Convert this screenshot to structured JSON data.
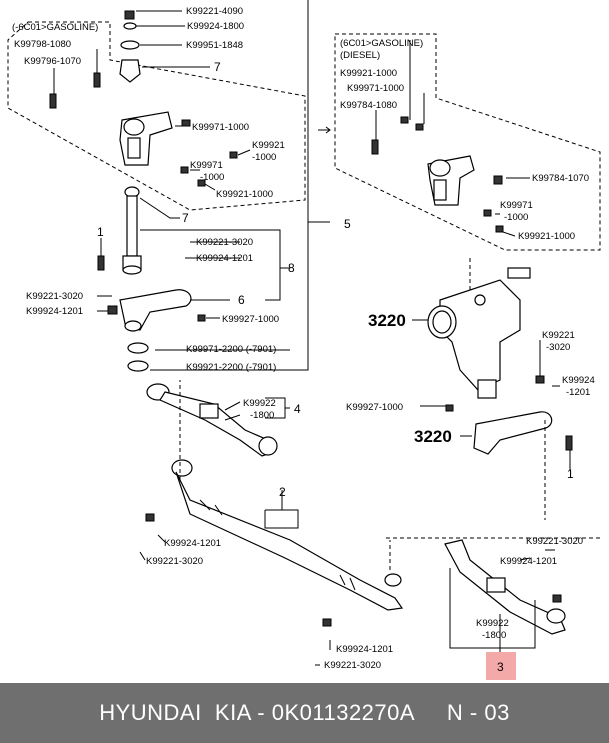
{
  "labels": {
    "k4090": "K99221-4090",
    "k1800a": "K99924-1800",
    "k1848": "K99951-1848",
    "n7a": "7",
    "gas1": "(-6C01>GASOLINE)",
    "k1080a": "K99798-1080",
    "k1070a": "K99796-1070",
    "k1000a": "K99971-1000",
    "k9921a": "K99921",
    "k1000b": "-1000",
    "k99971b": "K99971",
    "k1000c": "-1000",
    "k1000d": "K99921-1000",
    "n7b": "7",
    "n5": "5",
    "n1a": "1",
    "k3020a": "K99221-3020",
    "k1201a": "K99924-1201",
    "n8": "8",
    "k3020b": "K99221-3020",
    "k1201b": "K99924-1201",
    "n6": "6",
    "k1000e": "K99927-1000",
    "k2200a": "K99971-2200 (-7901)",
    "k2200b": "K99921-2200 (-7901)",
    "k99922a": "K99922",
    "k1800b": "-1800",
    "n4": "4",
    "gas2": "(6C01>GASOLINE)",
    "diesel": "(DIESEL)",
    "k1000f": "K99921-1000",
    "k1000g": "K99971-1000",
    "k1080b": "K99784-1080",
    "k1070b": "K99784-1070",
    "k99971c": "K99971",
    "k1000h": "-1000",
    "k1000i": "K99921-1000",
    "p3220a": "3220",
    "k99221c": "K99221",
    "k3020c": "-3020",
    "k99924c": "K99924",
    "k1201c": "-1201",
    "k1000j": "K99927-1000",
    "p3220b": "3220",
    "n1b": "1",
    "n2": "2",
    "k1201d": "K99924-1201",
    "k3020d": "K99221-3020",
    "k3020e": "K99221-3020",
    "k1201e": "K99924-1201",
    "k99922b": "K99922",
    "k1800c": "-1800",
    "n3": "3",
    "k1201f": "K99924-1201",
    "k3020f": "K99221-3020"
  },
  "footer": {
    "text": "HYUNDAI  KIA - 0K01132270A     N - 03"
  },
  "colors": {
    "footer_bg": "#6f6f6f",
    "highlight": "#f4a9a9"
  }
}
